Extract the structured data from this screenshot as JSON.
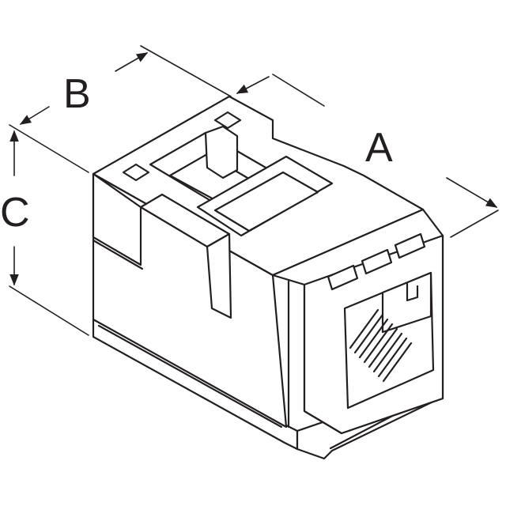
{
  "labels": {
    "a": "A",
    "b": "B",
    "c": "C"
  },
  "colors": {
    "line": "#231f20",
    "background": "#ffffff"
  }
}
